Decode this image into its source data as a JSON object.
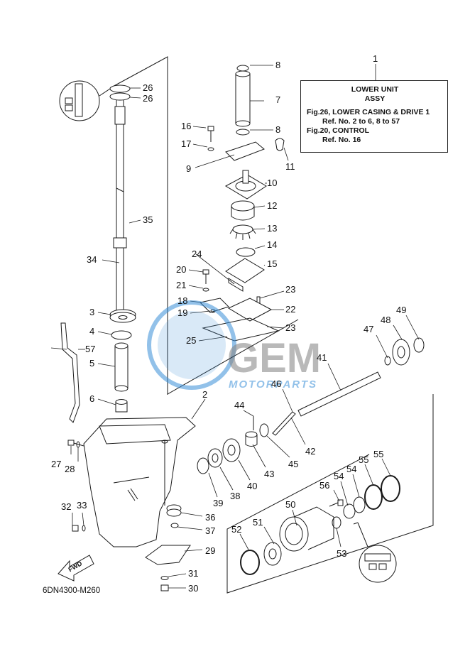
{
  "info_box": {
    "line1": "LOWER UNIT",
    "line2": "ASSY",
    "line3": "Fig.26, LOWER CASING & DRIVE 1",
    "line4": "Ref. No. 2 to 6, 8 to 57",
    "line5": "Fig.20, CONTROL",
    "line6": "Ref. No. 16"
  },
  "footer_code": "6DN4300-M260",
  "watermark": {
    "brand": "GEM",
    "sub": "MOTORPARTS"
  },
  "fwd_label": "FWD",
  "callouts": {
    "c1": "1",
    "c2": "2",
    "c3": "3",
    "c4": "4",
    "c5": "5",
    "c6": "6",
    "c7": "7",
    "c8a": "8",
    "c8b": "8",
    "c9": "9",
    "c10": "10",
    "c11": "11",
    "c12": "12",
    "c13": "13",
    "c14": "14",
    "c15": "15",
    "c16": "16",
    "c17": "17",
    "c18": "18",
    "c19": "19",
    "c20": "20",
    "c21": "21",
    "c22": "22",
    "c23a": "23",
    "c23b": "23",
    "c24": "24",
    "c25": "25",
    "c26a": "26",
    "c26b": "26",
    "c27": "27",
    "c28": "28",
    "c29": "29",
    "c30": "30",
    "c31": "31",
    "c32": "32",
    "c33": "33",
    "c34": "34",
    "c35": "35",
    "c36": "36",
    "c37": "37",
    "c38": "38",
    "c39": "39",
    "c40": "40",
    "c41": "41",
    "c42": "42",
    "c43": "43",
    "c44": "44",
    "c45": "45",
    "c46": "46",
    "c47": "47",
    "c48": "48",
    "c49": "49",
    "c50": "50",
    "c51": "51",
    "c52": "52",
    "c53": "53",
    "c54a": "54",
    "c54b": "54",
    "c55a": "55",
    "c55b": "55",
    "c56": "56",
    "c57": "57"
  },
  "colors": {
    "line": "#1a1a1a",
    "watermark": "#3a8fd8",
    "watermark_dark": "#2a2a2a"
  }
}
